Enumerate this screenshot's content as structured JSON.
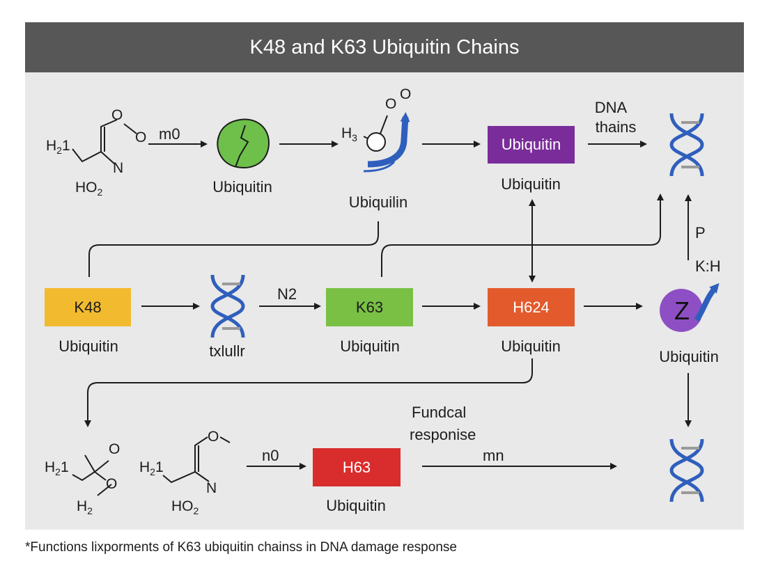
{
  "title": "K48 and K63 Ubiquitin Chains",
  "footnote": "*Functions lixporments of K63 ubiquitin chainss in DNA damage response",
  "colors": {
    "title_bar": "#575757",
    "background": "#e9e9e9",
    "k48_box": "#f2bb2f",
    "k63_box": "#79c044",
    "h624_box": "#e35a2c",
    "h63_box": "#d92d2d",
    "ubiquitin_box": "#7a2d9a",
    "dna_blue": "#2f5fbd",
    "green_shape": "#6ec04b",
    "purple_z": "#8e4fc4",
    "arrow_blue": "#2f5fbd"
  },
  "row1": {
    "mol1": {
      "h21": "H",
      "h21_sub": "2",
      "h21_tail": "1",
      "ho2": "HO",
      "ho2_sub": "2",
      "o_top": "O",
      "o_right": "O",
      "n": "N"
    },
    "arrow1_label": "m0",
    "green_label": "Ubiquitin",
    "mol2": {
      "h3": "H",
      "h3_sub": "3",
      "o1": "O",
      "o2": "O"
    },
    "mol2_label": "Ubiquilin",
    "purple_box": "Ubiquitin",
    "purple_label": "Ubiquitin",
    "dna_arrow_label_1": "DNA",
    "dna_arrow_label_2": "thains"
  },
  "row2": {
    "k48_box": "K48",
    "k48_label": "Ubiquitin",
    "dna_label": "txlullr",
    "n2_label": "N2",
    "k63_box": "K63",
    "k63_label": "Ubiquitin",
    "h624_box": "H624",
    "h624_label": "Ubiquitin",
    "z_glyph": "Z",
    "z_label": "Ubiquitin",
    "p_label": "P",
    "kh_label": "K:H"
  },
  "row3": {
    "mol3": {
      "h21": "H",
      "h21_sub": "2",
      "h21_tail": "1",
      "h2": "H",
      "h2_sub": "2",
      "o1": "O",
      "o2": "O"
    },
    "mol4": {
      "h21": "H",
      "h21_sub": "2",
      "h21_tail": "1",
      "ho2": "HO",
      "ho2_sub": "2",
      "o": "O",
      "n": "N"
    },
    "n0_label": "n0",
    "h63_box": "H63",
    "h63_label": "Ubiquitin",
    "fund_label_1": "Fundcal",
    "fund_label_2": "responise",
    "mn_label": "mn"
  },
  "icons": [
    "green-protein-icon",
    "dna-helix-icon",
    "z-protein-icon",
    "curved-blue-arrow-icon"
  ]
}
